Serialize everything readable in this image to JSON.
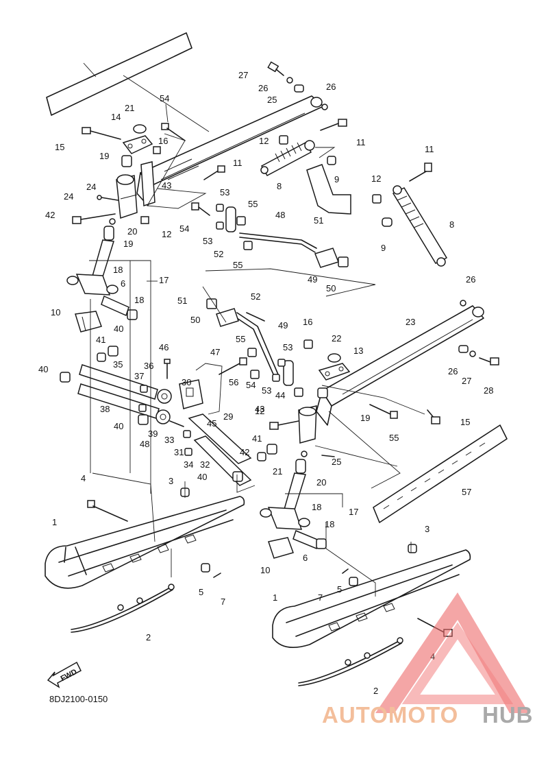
{
  "diagram": {
    "code": "8DJ2100-0150",
    "fwd_label": "FWD",
    "labels": [
      "1",
      "1",
      "2",
      "2",
      "3",
      "3",
      "4",
      "4",
      "5",
      "5",
      "6",
      "6",
      "7",
      "7",
      "8",
      "8",
      "9",
      "9",
      "10",
      "10",
      "11",
      "11",
      "11",
      "12",
      "12",
      "12",
      "12",
      "13",
      "14",
      "15",
      "15",
      "16",
      "16",
      "17",
      "17",
      "18",
      "18",
      "18",
      "18",
      "19",
      "19",
      "19",
      "20",
      "20",
      "21",
      "21",
      "22",
      "23",
      "24",
      "24",
      "25",
      "25",
      "26",
      "26",
      "26",
      "26",
      "27",
      "27",
      "28",
      "29",
      "30",
      "31",
      "32",
      "33",
      "34",
      "35",
      "36",
      "37",
      "38",
      "39",
      "40",
      "40",
      "40",
      "40",
      "41",
      "41",
      "42",
      "42",
      "43",
      "43",
      "44",
      "45",
      "46",
      "47",
      "48",
      "48",
      "49",
      "49",
      "50",
      "50",
      "51",
      "51",
      "52",
      "52",
      "53",
      "53",
      "53",
      "53",
      "54",
      "54",
      "54",
      "55",
      "55",
      "55",
      "55",
      "56",
      "57"
    ]
  },
  "watermark": {
    "brand_part1": "AUTOMOTO",
    "brand_part2": "HUB",
    "colors": {
      "orange": "#f2b38a",
      "red": "#ee6b6b",
      "gray": "#9b9b9b"
    }
  }
}
